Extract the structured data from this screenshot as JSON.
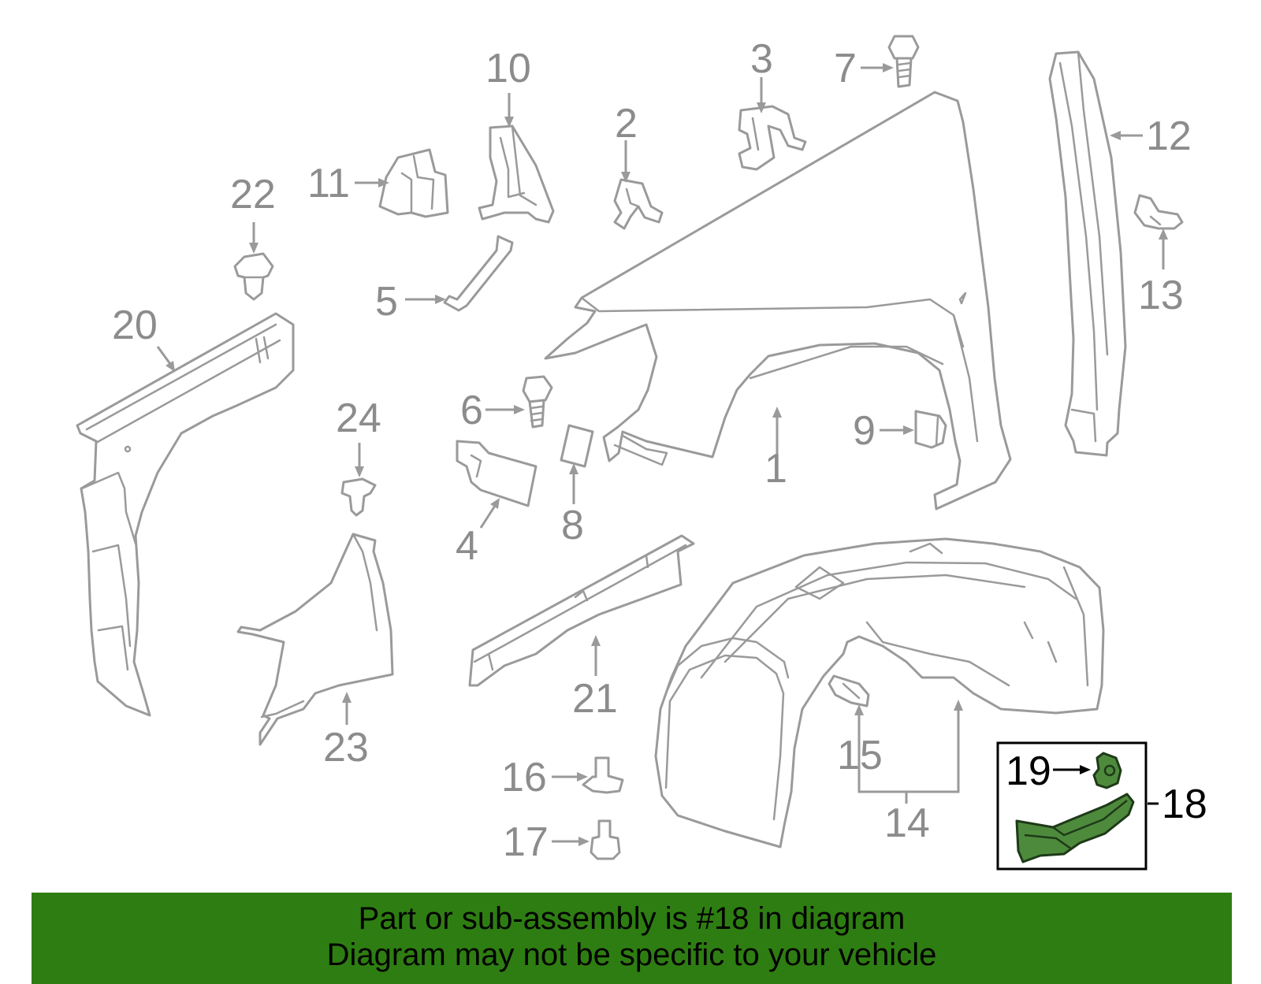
{
  "callouts": {
    "c1": "1",
    "c2": "2",
    "c3": "3",
    "c4": "4",
    "c5": "5",
    "c6": "6",
    "c7": "7",
    "c8": "8",
    "c9": "9",
    "c10": "10",
    "c11": "11",
    "c12": "12",
    "c13": "13",
    "c14": "14",
    "c15": "15",
    "c16": "16",
    "c17": "17",
    "c18": "18",
    "c19": "19",
    "c20": "20",
    "c21": "21",
    "c22": "22",
    "c23": "23",
    "c24": "24"
  },
  "highlighted_part": "18",
  "colors": {
    "line": "#9a9a9a",
    "highlight": "#4e8a3c",
    "banner": "#2e7d12"
  },
  "banner": {
    "line1": "Part or sub-assembly is #18 in diagram",
    "line2": "Diagram may not be specific to your vehicle"
  }
}
